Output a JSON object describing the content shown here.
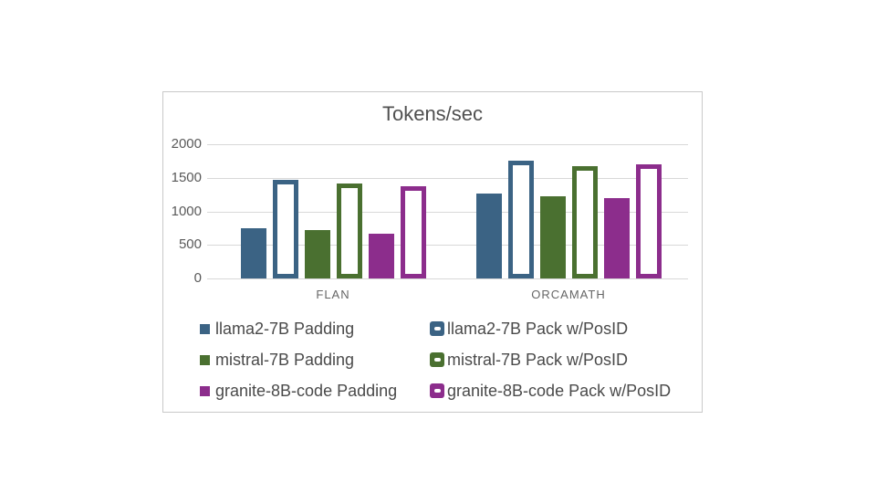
{
  "page": {
    "background": "#ffffff"
  },
  "panel": {
    "border_color": "#c9c9c9",
    "background": "#ffffff"
  },
  "chart_data": {
    "type": "bar",
    "title": "Tokens/sec",
    "title_color": "#505050",
    "categories": [
      "FLAN",
      "ORCAMATH"
    ],
    "series": [
      {
        "name": "llama2-7B Padding",
        "style": "solid",
        "color": "#3B6384",
        "values": [
          750,
          1260
        ]
      },
      {
        "name": "llama2-7B Pack w/PosID",
        "style": "outline",
        "color": "#3B6384",
        "values": [
          1470,
          1760
        ]
      },
      {
        "name": "mistral-7B Padding",
        "style": "solid",
        "color": "#4A7030",
        "values": [
          720,
          1220
        ]
      },
      {
        "name": "mistral-7B Pack w/PosID",
        "style": "outline",
        "color": "#4A7030",
        "values": [
          1420,
          1670
        ]
      },
      {
        "name": "granite-8B-code Padding",
        "style": "solid",
        "color": "#8C2D8C",
        "values": [
          670,
          1200
        ]
      },
      {
        "name": "granite-8B-code Pack w/PosID",
        "style": "outline",
        "color": "#8C2D8C",
        "values": [
          1370,
          1700
        ]
      }
    ],
    "yticks": [
      0,
      500,
      1000,
      1500,
      2000
    ],
    "ylim": [
      0,
      2000
    ],
    "grid": true,
    "gridline_color": "#d8d8d8",
    "tick_label_color": "#595959",
    "category_label_color": "#666666",
    "legend_position": "bottom",
    "legend_text_color": "#4a4a4a"
  }
}
